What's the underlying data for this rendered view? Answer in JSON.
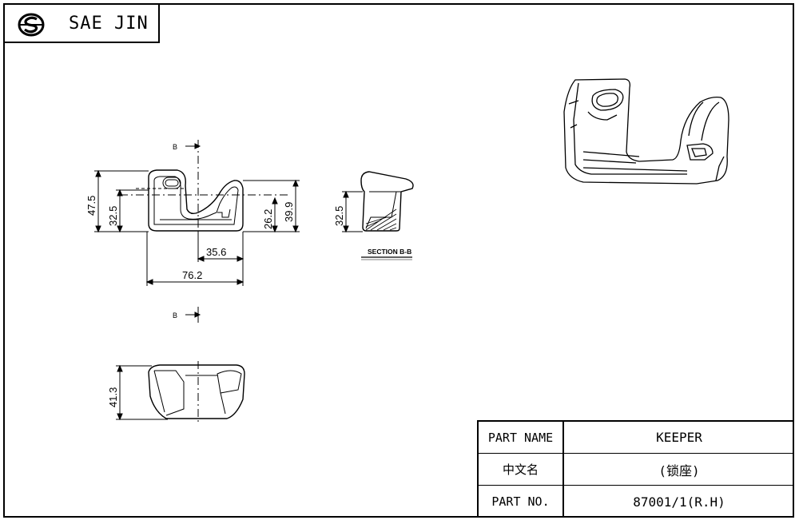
{
  "header": {
    "brand": "SAE JIN",
    "logo_icon": "sj-monogram-icon"
  },
  "drawing": {
    "section_marker": "B",
    "section_title": "SECTION B-B",
    "dims": {
      "height_total": "47.5",
      "height_lower": "32.5",
      "height_right_a": "26.2",
      "height_right_b": "39.9",
      "width_partial": "35.6",
      "width_total": "76.2",
      "section_height": "32.5",
      "bottom_height": "41.3"
    }
  },
  "title_block": {
    "rows": [
      {
        "label": "PART NAME",
        "value": "KEEPER"
      },
      {
        "label": "中文名",
        "value": "(锁座)"
      },
      {
        "label": "PART NO.",
        "value": "87001/1(R.H)"
      }
    ]
  }
}
